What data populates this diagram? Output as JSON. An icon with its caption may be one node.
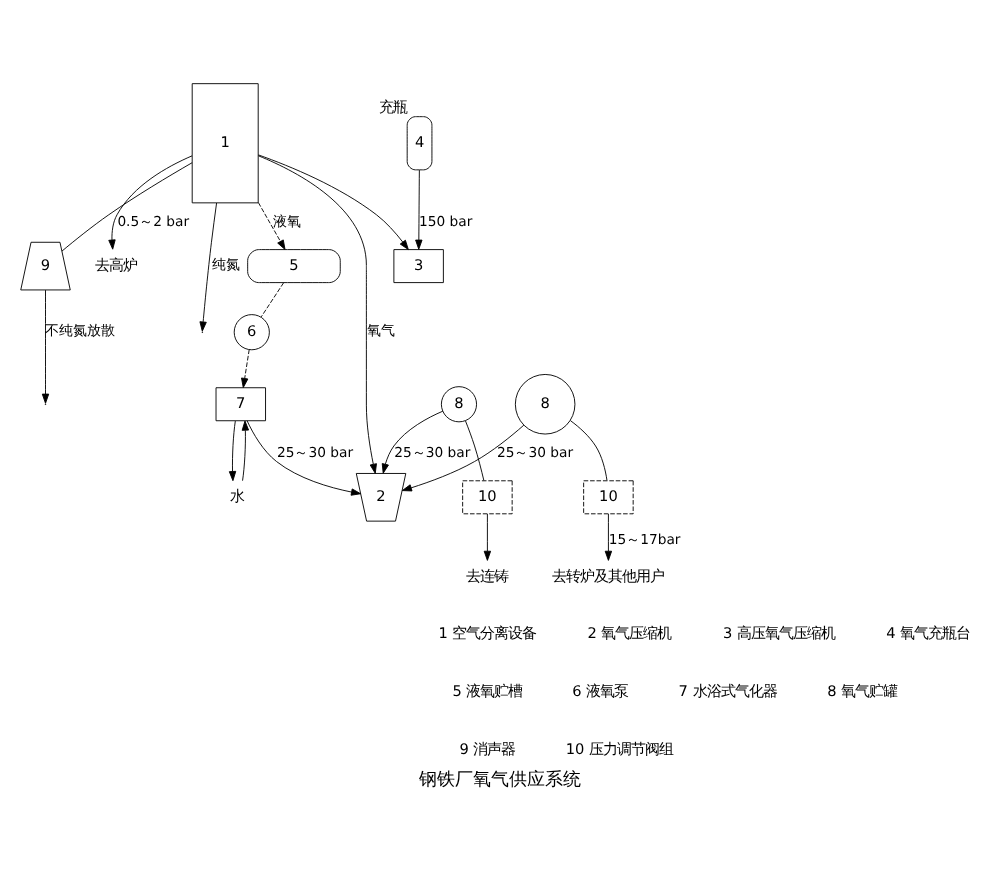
{
  "diagram": {
    "caption": "钢铁厂氧气供应系统",
    "nodes": [
      {
        "text": [
          "1"
        ]
      },
      {
        "text": [
          "9"
        ]
      },
      {
        "text": [
          "2"
        ]
      },
      {
        "text": [
          "3"
        ]
      },
      {
        "text": [
          "4"
        ],
        "beside": [
          "充瓶"
        ]
      },
      {
        "text": [
          "5"
        ]
      },
      {
        "text": [
          "6"
        ]
      },
      {
        "text": [
          "7"
        ]
      },
      {
        "text": [
          "8"
        ]
      },
      {
        "text": [
          "8"
        ]
      },
      {
        "text": [
          "10"
        ]
      },
      {
        "text": [
          "10"
        ]
      },
      {
        "text": [
          "去高炉"
        ]
      },
      {
        "text": [
          "去转炉及其他用户"
        ]
      },
      {
        "text": [
          "去连铸"
        ]
      },
      {
        "text": [
          "水"
        ]
      }
    ],
    "edges": [
      {
        "from": 0,
        "to": 1,
        "arrow": "none"
      },
      {
        "from": 1,
        "to": null,
        "arrow": "to",
        "label": "不纯氮放散"
      },
      {
        "from": 0,
        "to": null,
        "arrow": "to",
        "label": "纯氮"
      },
      {
        "from": 0,
        "to": 12,
        "arrow": "to",
        "label": "0.5～2 bar"
      },
      {
        "from": 0,
        "to": 2,
        "arrow": "to",
        "label": "氧气"
      },
      {
        "from": 0,
        "to": 3,
        "arrow": "to"
      },
      {
        "from": 8,
        "to": 2,
        "arrow": "to",
        "label": "25～30 bar"
      },
      {
        "from": 9,
        "to": 2,
        "arrow": "to",
        "label": "25～30 bar"
      },
      {
        "from": 7,
        "to": 2,
        "arrow": "to",
        "label": "25～30 bar"
      },
      {
        "from": 4,
        "to": 3,
        "arrow": "to",
        "label": "150 bar"
      },
      {
        "from": 8,
        "to": 10,
        "arrow": "none"
      },
      {
        "from": 10,
        "to": 13,
        "arrow": "to",
        "label": "15～17bar"
      },
      {
        "from": 9,
        "to": 11,
        "arrow": "none"
      },
      {
        "from": 11,
        "to": 14,
        "arrow": "to"
      },
      {
        "from": 0,
        "to": 5,
        "arrow": "to",
        "style": "dashed",
        "label": "液氧"
      },
      {
        "from": 5,
        "to": 6,
        "arrow": "none",
        "style": "dashed"
      },
      {
        "from": 6,
        "to": 7,
        "arrow": "to",
        "style": "dashed"
      },
      {
        "from": 7,
        "to": 15,
        "arrow": "to"
      },
      {
        "from": 15,
        "to": 7,
        "arrow": "to"
      }
    ],
    "labels": [
      "1 空气分离设备",
      "2 氧气压缩机",
      "3 高压氧气压缩机",
      "4 氧气充瓶台",
      "5 液氧贮槽",
      "6 液氧泵",
      "7 水浴式气化器",
      "8 氧气贮罐",
      "9 消声器",
      "10 压力调节阀组"
    ]
  }
}
